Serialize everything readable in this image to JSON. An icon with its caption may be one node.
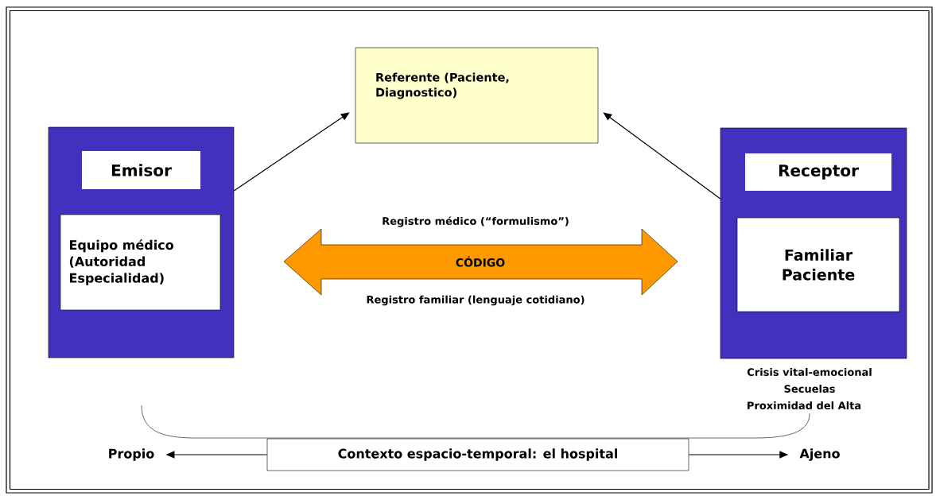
{
  "diagram": {
    "nodes": [
      {
        "text": [],
        "shape": "box"
      },
      {
        "text": [
          "Emisor"
        ],
        "in": 0
      },
      {
        "text": [
          "Equipo médico (Autoridad Especialidad)"
        ],
        "in": 0
      },
      {
        "text": [
          "Referente (Paciente, Diagnostico)"
        ]
      },
      {
        "text": [],
        "shape": "box",
        "beside": [
          "Crisis vital-emocional",
          "Secuelas",
          "Proximidad del Alta"
        ]
      },
      {
        "text": [
          "Receptor"
        ],
        "in": 4
      },
      {
        "text": [
          "Familiar Paciente"
        ],
        "in": 4
      },
      {
        "text": [
          "CÓDIGO"
        ],
        "beside": [
          "Registro médico (“formulismo”)",
          "Registro familiar (lenguaje cotidiano)"
        ]
      },
      {
        "text": [
          "Contexto espacio-temporal: el hospital"
        ]
      },
      {
        "text": [
          "Propio"
        ]
      },
      {
        "text": [
          "Ajeno"
        ]
      }
    ],
    "edges": [
      {
        "from": 0,
        "to": 3,
        "arrow": "to"
      },
      {
        "from": 4,
        "to": 3,
        "arrow": "to"
      },
      {
        "from": 8,
        "to": 9,
        "arrow": "to"
      },
      {
        "from": 8,
        "to": 10,
        "arrow": "to"
      }
    ]
  }
}
